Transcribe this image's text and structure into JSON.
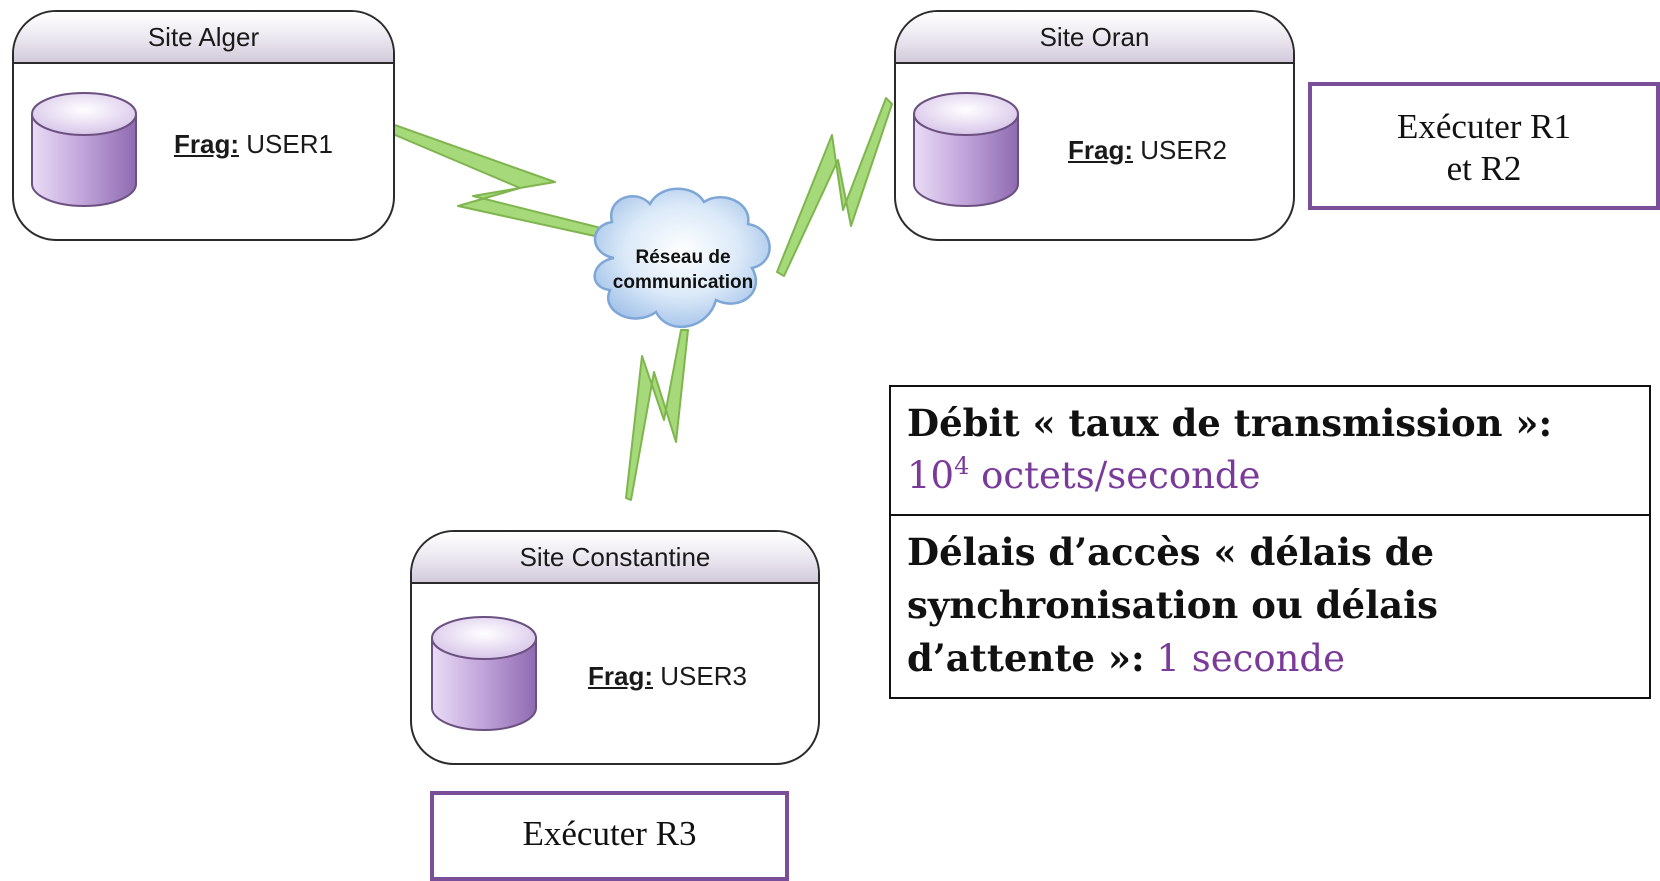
{
  "sites": [
    {
      "id": "alger",
      "title": "Site Alger",
      "frag_label": "Frag:",
      "frag_value": "USER1"
    },
    {
      "id": "oran",
      "title": "Site Oran",
      "frag_label": "Frag:",
      "frag_value": "USER2"
    },
    {
      "id": "constantine",
      "title": "Site Constantine",
      "frag_label": "Frag:",
      "frag_value": "USER3"
    }
  ],
  "network": {
    "line1": "Réseau de",
    "line2": "communication"
  },
  "exec_oran": {
    "line1": "Exécuter R1",
    "line2": "et R2"
  },
  "exec_constantine": {
    "text": "Exécuter R3"
  },
  "info": {
    "rate_label": "Débit « taux de transmission »:",
    "rate_base": "10",
    "rate_exp": "4",
    "rate_unit": " octets/seconde",
    "delay_label": "Délais d’accès « délais de synchronisation ou délais d’attente »:",
    "delay_value": " 1 seconde"
  },
  "colors": {
    "link_green": "#8fce56",
    "cloud_blue": "#b9d4f2",
    "disk_purple": "#a889c6",
    "exec_border": "#7a4f9a",
    "value_purple": "#7a3a9a"
  }
}
